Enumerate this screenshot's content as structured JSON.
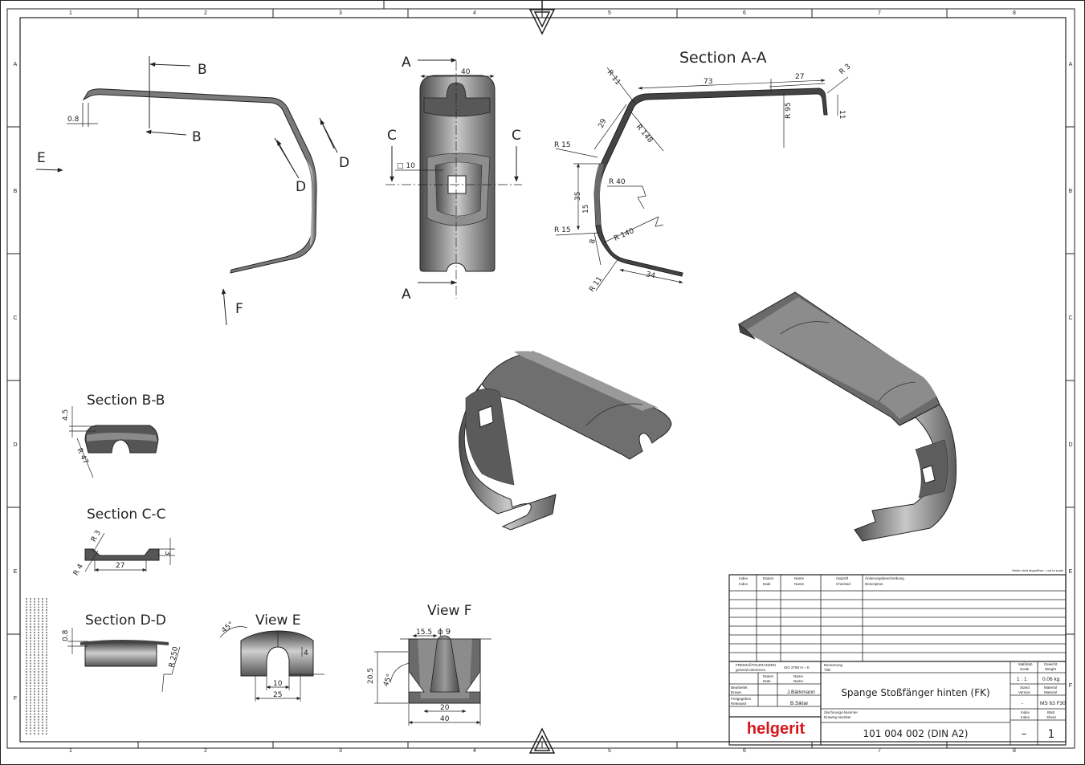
{
  "sheet": {
    "col_labels": [
      "1",
      "2",
      "3",
      "4",
      "5",
      "6",
      "7",
      "8"
    ],
    "row_labels": [
      "A",
      "B",
      "C",
      "D",
      "E",
      "F"
    ]
  },
  "views": {
    "section_bb": "Section B-B",
    "section_cc": "Section C-C",
    "section_dd": "Section D-D",
    "view_e": "View E",
    "view_f": "View F",
    "section_aa": "Section A-A"
  },
  "markers": {
    "b": "B",
    "c": "C",
    "d": "D",
    "e": "E",
    "f": "F",
    "a": "A"
  },
  "dims": {
    "front_08": "0.8",
    "top_40": "40",
    "sq_10": "□ 10",
    "aa_r11_top": "R 11",
    "aa_73": "73",
    "aa_27": "27",
    "aa_r3": "R 3",
    "aa_11": "11",
    "aa_r95": "R 95",
    "aa_29": "29",
    "aa_r148": "R 148",
    "aa_r15_a": "R 15",
    "aa_35": "35",
    "aa_r40": "R 40",
    "aa_15": "15",
    "aa_r15_b": "R 15",
    "aa_8": "8",
    "aa_r140": "R 140",
    "aa_r11_bot": "R 11",
    "aa_34": "34",
    "bb_45": "4.5",
    "bb_r47": "R 47",
    "cc_r3": "R 3",
    "cc_r4": "R 4",
    "cc_27": "27",
    "cc_3": "3",
    "dd_08": "0.8",
    "dd_r250": "R 250",
    "e_45deg": "45°",
    "e_4": "4",
    "e_10": "10",
    "e_25": "25",
    "f_155": "15.5",
    "f_phi9": "ϕ 9",
    "f_205": "20.5",
    "f_45deg": "45°",
    "f_20": "20",
    "f_40": "40"
  },
  "title_block": {
    "note": "Maße nicht abgreifbar – not to scale",
    "rev_headers": {
      "index": "Index",
      "index_en": "Index",
      "date": "Datum",
      "date_en": "Date",
      "name": "Name",
      "name_en": "Name",
      "checked": "Geprüft",
      "checked_en": "Checked",
      "change": "Änderungsbeschreibung",
      "change_en": "Description"
    },
    "tolerances_label": "FREIMAßTOLERANZEN",
    "tolerances_label_en": "general tolerances",
    "tolerances_value": "ISO 2768 m – K",
    "date_label": "Datum",
    "date_label_en": "Date",
    "name_label": "Name",
    "name_label_en": "Name",
    "drawn_label": "Bearbeitet",
    "drawn_label_en": "Drawn",
    "drawn_name": "J.Bärkmann",
    "released_label": "Freigegeben",
    "released_label_en": "Released",
    "released_name": "B.Siklar",
    "title_label": "Benennung",
    "title_label_en": "Title",
    "title": "Spange Stoßfänger hinten (FK)",
    "drawing_no_label": "Zeichnungs-Nummer",
    "drawing_no_label_en": "Drawing Number",
    "drawing_no": "101 004 002 (DIN A2)",
    "scale_label": "Maßstab",
    "scale_label_en": "Scale",
    "scale": "1 : 1",
    "weight_label": "Gewicht",
    "weight_label_en": "Weight",
    "weight": "0.06 kg",
    "version_label": "Stand",
    "version_label_en": "Version",
    "version": "-",
    "material_label": "Material",
    "material_label_en": "Material",
    "material": "MS 63 F30",
    "index_label": "Index",
    "index_label_en": "Index",
    "index": "–",
    "sheet_label": "Blatt",
    "sheet_label_en": "Sheet",
    "sheet": "1",
    "logo": "helgerit"
  },
  "colors": {
    "line": "#222222",
    "part_fill": "#6e6e6e",
    "part_light": "#b9b9b9",
    "logo_red": "#d6161b"
  }
}
